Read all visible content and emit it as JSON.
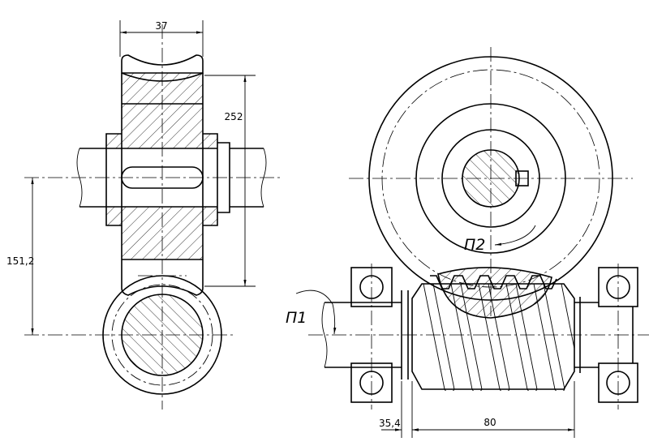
{
  "dimensions": {
    "wheel_width": "37",
    "wheel_diameter": "252",
    "center_distance": "151,2",
    "worm_offset": "35,4",
    "worm_length": "80"
  },
  "labels": {
    "shaft_1": "П1",
    "shaft_2": "П2"
  }
}
